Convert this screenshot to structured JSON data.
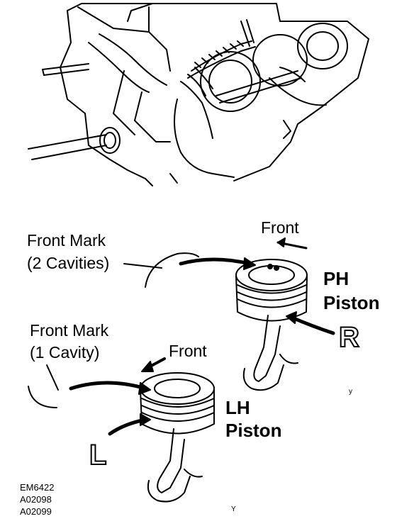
{
  "labels": {
    "front_mark_2": [
      "Front Mark",
      "(2 Cavities)"
    ],
    "front_mark_1": [
      "Front Mark",
      "(1 Cavity)"
    ],
    "front_right": "Front",
    "front_left": "Front",
    "rh_piston": [
      "PH",
      "Piston"
    ],
    "lh_piston": [
      "LH",
      "Piston"
    ],
    "r_letter": "R",
    "l_letter": "L",
    "codes": [
      "EM6422",
      "A02098",
      "A02099"
    ],
    "mark_y1": "y",
    "mark_y2": "Y"
  },
  "icons": {
    "front_arrow": "arrow-icon",
    "piston": "piston-illustration",
    "engine": "engine-block-illustration"
  }
}
